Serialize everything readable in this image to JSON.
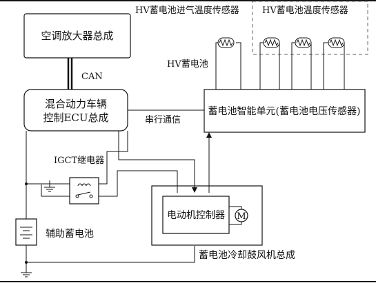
{
  "labels": {
    "amp": "空调放大器总成",
    "can": "CAN",
    "hv_ecu_line1": "混合动力车辆",
    "hv_ecu_line2": "控制ECU总成",
    "serial": "串行通信",
    "igct": "IGCT继电器",
    "aux_battery": "辅助蓄电池",
    "battery_unit": "蓄电池智能单元(蓄电池电压传感器)",
    "intake_sensor": "HV蓄电池进气温度传感器",
    "temp_sensor": "HV蓄电池温度传感器",
    "hv_battery": "HV蓄电池",
    "motor_controller": "电动机控制器",
    "motor_symbol": "M",
    "blower": "蓄电池冷却鼓风机总成"
  },
  "colors": {
    "line": "#111111",
    "dashed_box": "#666666",
    "background": "#ffffff"
  }
}
